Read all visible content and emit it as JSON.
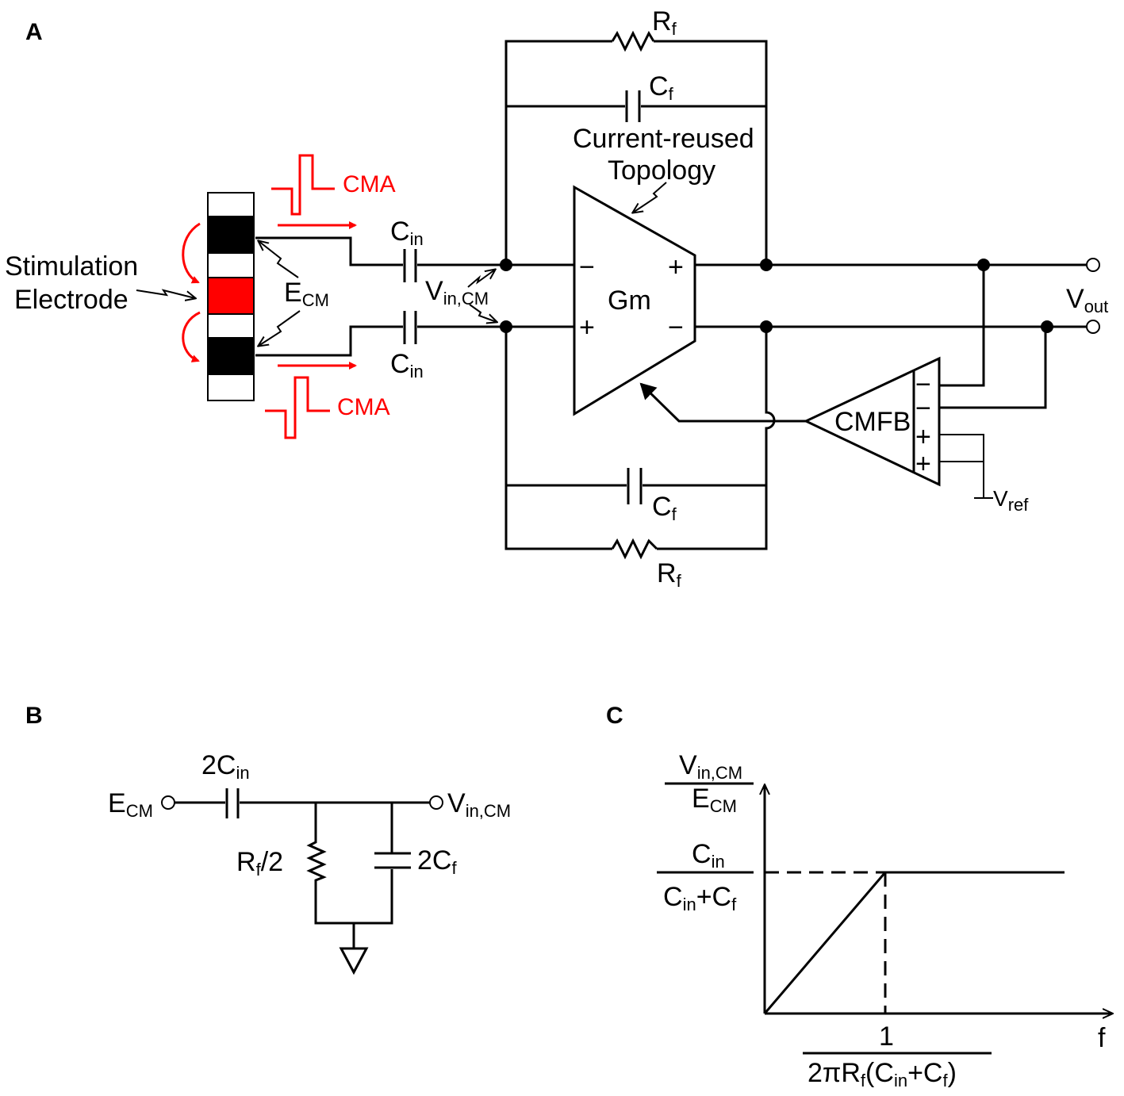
{
  "panels": {
    "a": "A",
    "b": "B",
    "c": "C"
  },
  "panel_a": {
    "stimulation_line1": "Stimulation",
    "stimulation_line2": "Electrode",
    "ecm_main": "E",
    "ecm_sub": "CM",
    "cma_top": "CMA",
    "cma_bottom": "CMA",
    "cin_main": "C",
    "cin_sub": "in",
    "vin_main": "V",
    "vin_sub": "in,CM",
    "rf_main": "R",
    "rf_sub": "f",
    "cf_main": "C",
    "cf_sub": "f",
    "topology_line1": "Current-reused",
    "topology_line2": "Topology",
    "gm": "Gm",
    "minus": "−",
    "plus": "+",
    "vout_main": "V",
    "vout_sub": "out",
    "cmfb": "CMFB",
    "vref_main": "V",
    "vref_sub": "ref"
  },
  "panel_b": {
    "ecm_main": "E",
    "ecm_sub": "CM",
    "cap_in_main": "2C",
    "cap_in_sub": "in",
    "vin_main": "V",
    "vin_sub": "in,CM",
    "res_main": "R",
    "res_sub": "f",
    "res_tail": "/2",
    "cap_f_main": "2C",
    "cap_f_sub": "f"
  },
  "panel_c": {
    "y_num_main": "V",
    "y_num_sub": "in,CM",
    "y_den_main": "E",
    "y_den_sub": "CM",
    "level_num_main": "C",
    "level_num_sub": "in",
    "level_den_a": "C",
    "level_den_a_sub": "in",
    "level_den_b": "+C",
    "level_den_b_sub": "f",
    "corner_num": "1",
    "corner_den_a": "2πR",
    "corner_den_a_sub": "f",
    "corner_den_b": "(C",
    "corner_den_b_sub": "in",
    "corner_den_c": "+C",
    "corner_den_c_sub": "f",
    "corner_den_d": ")",
    "x_label": "f"
  },
  "colors": {
    "wire": "#000000",
    "artifact": "#ff0000",
    "electrode_stim": "#ff0000",
    "electrode_dark": "#000000"
  }
}
